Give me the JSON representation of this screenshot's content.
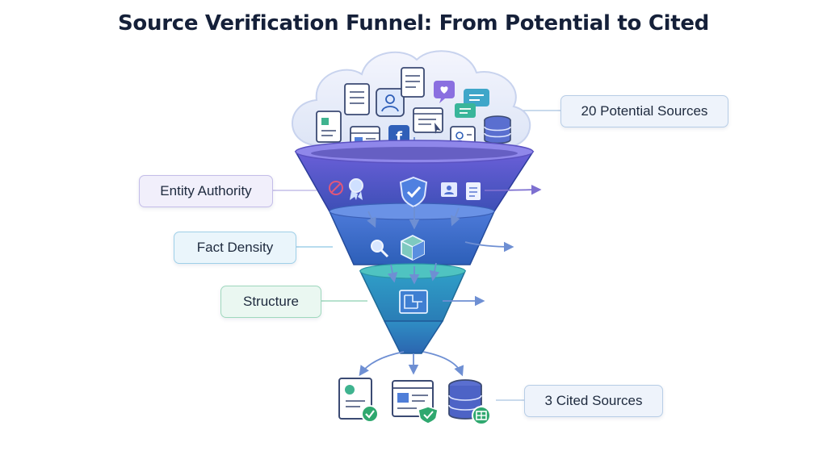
{
  "title": "Source Verification Funnel: From Potential to Cited",
  "labels": {
    "potential": "20 Potential Sources",
    "authority": "Entity Authority",
    "density": "Fact Density",
    "structure": "Structure",
    "cited": "3 Cited Sources"
  },
  "icons": {
    "cloud": [
      "document-icon",
      "document-icon",
      "profile-card-icon",
      "document-icon",
      "heart-chat-icon",
      "chat-bubble-icon",
      "document-icon",
      "webpage-icon",
      "facebook-icon",
      "webpage-cursor-icon",
      "profile-card-icon",
      "database-icon"
    ],
    "authority_stage": [
      "no-entry-icon",
      "award-ribbon-icon",
      "shield-check-icon",
      "profile-card-icon",
      "document-icon"
    ],
    "density_stage": [
      "magnifier-icon",
      "cube-icon"
    ],
    "structure_stage": [
      "blueprint-icon"
    ],
    "outputs": [
      "verified-document-icon",
      "verified-webpage-icon",
      "database-table-icon"
    ]
  },
  "colors": {
    "title": "#152039",
    "funnel_top": "#6f63d6",
    "funnel_mid": "#3f86d8",
    "funnel_bottom": "#31b9a2",
    "check_green": "#2fa86f",
    "arrow": "#6e8fd3"
  }
}
